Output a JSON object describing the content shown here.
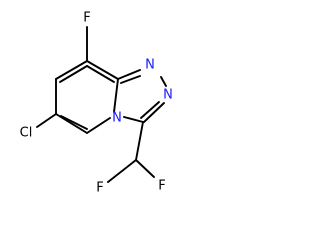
{
  "molecule": {
    "atoms": [
      {
        "label": "F",
        "color": "#000000"
      },
      {
        "label": "N",
        "color": "#1a1aff"
      },
      {
        "label": "N",
        "color": "#1a1aff"
      },
      {
        "label": "N",
        "color": "#1a1aff"
      },
      {
        "label": "Cl",
        "color": "#000000"
      },
      {
        "label": "F",
        "color": "#000000"
      },
      {
        "label": "F",
        "color": "#000000"
      }
    ]
  }
}
